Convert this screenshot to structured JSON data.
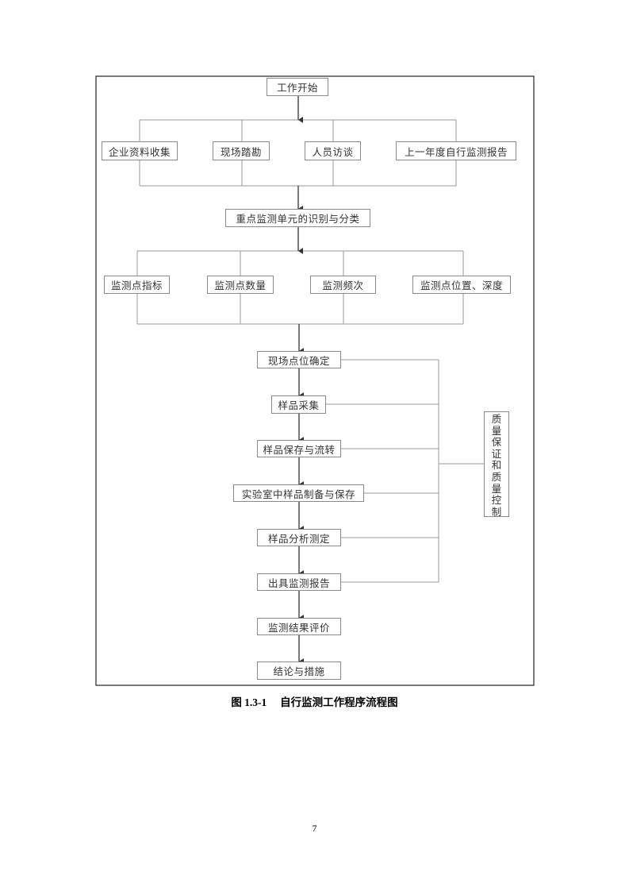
{
  "diagram": {
    "start": "工作开始",
    "info_sources": [
      "企业资料收集",
      "现场踏勘",
      "人员访谈",
      "上一年度自行监测报告"
    ],
    "identify": "重点监测单元的识别与分类",
    "monitoring_params": [
      "监测点指标",
      "监测点数量",
      "监测频次",
      "监测点位置、深度"
    ],
    "process_steps": [
      "现场点位确定",
      "样品采集",
      "样品保存与流转",
      "实验室中样品制备与保存",
      "样品分析测定",
      "出具监测报告",
      "监测结果评价",
      "结论与措施"
    ],
    "qa_qc": "质量保证和质量控制"
  },
  "caption": "图 1.3-1　 自行监测工作程序流程图",
  "page_number": "7",
  "colors": {
    "frame": "#222222",
    "connector": "#9a9a9a",
    "arrow": "#333333"
  }
}
